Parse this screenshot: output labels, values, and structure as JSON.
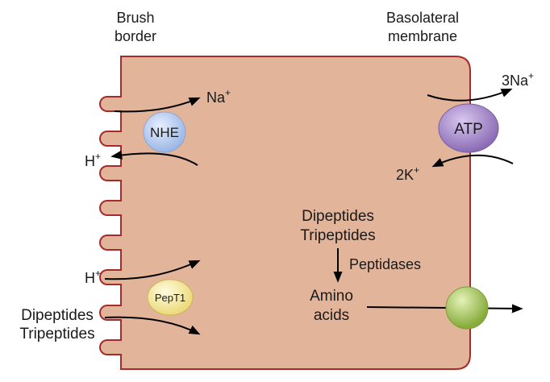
{
  "labels": {
    "brush_border_line1": "Brush",
    "brush_border_line2": "border",
    "basolateral_line1": "Basolateral",
    "basolateral_line2": "membrane",
    "na_in": "Na",
    "na_in_charge": "+",
    "h_out_top": "H",
    "h_out_top_charge": "+",
    "h_in_bottom": "H",
    "h_in_bottom_charge": "+",
    "dipeptides_outside": "Dipeptides",
    "tripeptides_outside": "Tripeptides",
    "na_out": "3Na",
    "na_out_charge": "+",
    "k_in": "2K",
    "k_in_charge": "+",
    "dipeptides_inside": "Dipeptides",
    "tripeptides_inside": "Tripeptides",
    "peptidases": "Peptidases",
    "amino_line1": "Amino",
    "amino_line2": "acids"
  },
  "transporters": {
    "nhe": "NHE",
    "atp": "ATP",
    "pept1": "PepT1"
  },
  "colors": {
    "cell_fill": "#e2b49a",
    "cell_stroke": "#a52a2a",
    "nhe_fill": "#b7cdef",
    "atp_fill": "#a68bc9",
    "pept1_fill": "#f3e79a",
    "amino_transporter_fill": "#a8c95a",
    "arrow": "#000000"
  }
}
